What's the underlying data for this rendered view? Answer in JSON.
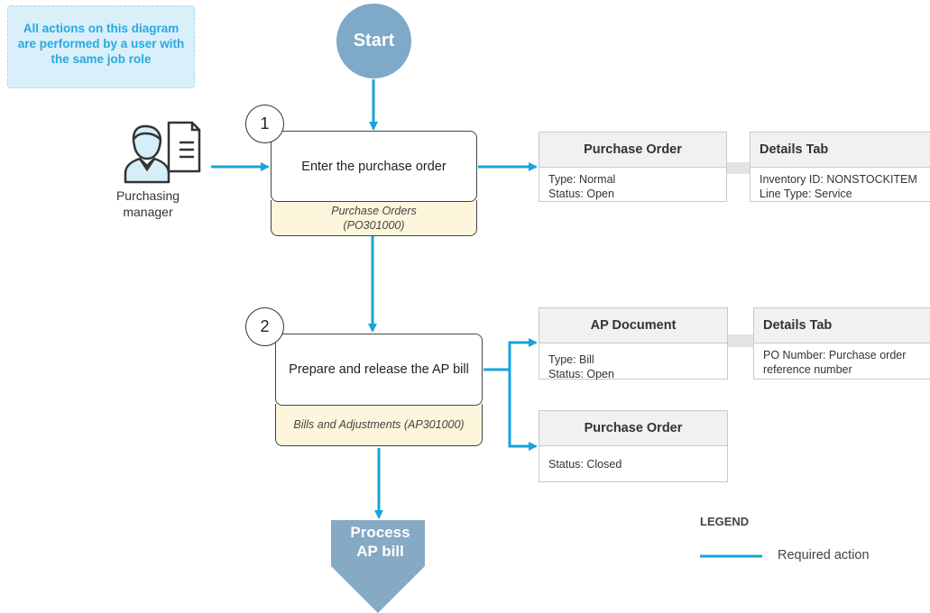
{
  "note": {
    "line1": "All actions on this diagram",
    "line2": "are performed by a user with",
    "line3": "the same job role"
  },
  "start_label": "Start",
  "actor": {
    "icon": "person-with-document-icon",
    "label_line1": "Purchasing",
    "label_line2": "manager"
  },
  "steps": [
    {
      "number": "1",
      "title": "Enter the purchase order",
      "form_line1": "Purchase Orders",
      "form_line2": "(PO301000)"
    },
    {
      "number": "2",
      "title": "Prepare and release the AP bill",
      "form_line1": "Bills and Adjustments (AP301000)",
      "form_line2": ""
    }
  ],
  "cards": {
    "po_card": {
      "title": "Purchase Order",
      "lines": [
        "Type: Normal",
        "Status: Open"
      ]
    },
    "po_details": {
      "title": "Details Tab",
      "lines": [
        "Inventory ID: NONSTOCKITEM",
        "Line Type: Service"
      ]
    },
    "ap_card": {
      "title": "AP Document",
      "lines": [
        "Type: Bill",
        "Status: Open"
      ]
    },
    "ap_details": {
      "title": "Details Tab",
      "lines": [
        "PO Number: Purchase order",
        "reference number"
      ]
    },
    "po_closed": {
      "title": "Purchase Order",
      "lines": [
        "Status: Closed"
      ]
    }
  },
  "end": {
    "line1": "Process",
    "line2": "AP bill"
  },
  "legend": {
    "title": "LEGEND",
    "required_action": "Required action"
  },
  "colors": {
    "arrow": "#1aa3dc",
    "start_fill": "#7ea9c8",
    "end_fill": "#86a9c4",
    "form_fill": "#fdf5dc",
    "note_fill": "#d9effa",
    "note_text": "#29a9df"
  }
}
